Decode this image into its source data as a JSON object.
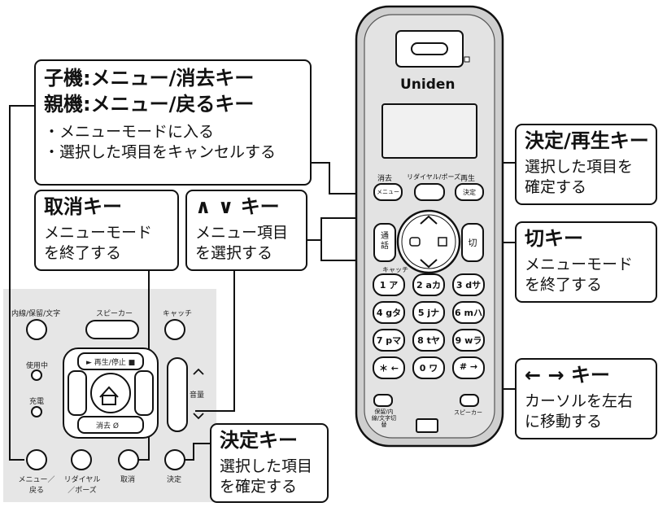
{
  "callouts": {
    "menu": {
      "line1": "子機:メニュー/消去キー",
      "line2": "親機:メニュー/戻るキー",
      "desc1": "・メニューモードに入る",
      "desc2": "・選択した項目をキャンセルする"
    },
    "cancel": {
      "title": "取消キー",
      "desc1": "メニューモード",
      "desc2": "を終了する"
    },
    "updown": {
      "title": "∧ ∨ キー",
      "desc1": "メニュー項目",
      "desc2": "を選択する"
    },
    "confirm_play": {
      "title": "決定/再生キー",
      "desc1": "選択した項目を",
      "desc2": "確定する"
    },
    "off": {
      "title": "切キー",
      "desc1": "メニューモード",
      "desc2": "を終了する"
    },
    "leftright": {
      "title": "← → キー",
      "desc1": "カーソルを左右",
      "desc2": "に移動する"
    },
    "confirm": {
      "title": "決定キー",
      "desc1": "選択した項目",
      "desc2": "を確定する"
    }
  },
  "base_unit": {
    "intercom": "内線/保留/文字",
    "speaker": "スピーカー",
    "catch": "キャッチ",
    "in_use": "使用中",
    "charging": "充電",
    "play_stop": "► 再生/停止 ■",
    "delete": "消去 Ø",
    "volume": "音量",
    "menu_back": "メニュー／戻る",
    "redial_pause": "リダイヤル／ポーズ",
    "cancel": "取消",
    "confirm": "決定"
  },
  "handset": {
    "brand": "Uniden",
    "delete": "消去",
    "redial_pause": "リダイヤル/ポーズ",
    "play": "再生",
    "menu_key": "メニュー",
    "confirm_key": "決定",
    "talk": "通話",
    "off": "切",
    "catch": "キャッチ",
    "hold_intercom": "保留/内線/文字切替",
    "speaker": "スピーカー",
    "keys": [
      "1 ア",
      "2 aカ",
      "3 dサ",
      "4 gタ",
      "5 jナ",
      "6 mハ",
      "7 pマ",
      "8 tヤ",
      "9 wラ",
      "＊ ←",
      "0 ワ",
      "# →"
    ]
  },
  "colors": {
    "stroke": "#111111",
    "panel": "#e6e6e6",
    "handset_body": "#d4d4d4"
  }
}
